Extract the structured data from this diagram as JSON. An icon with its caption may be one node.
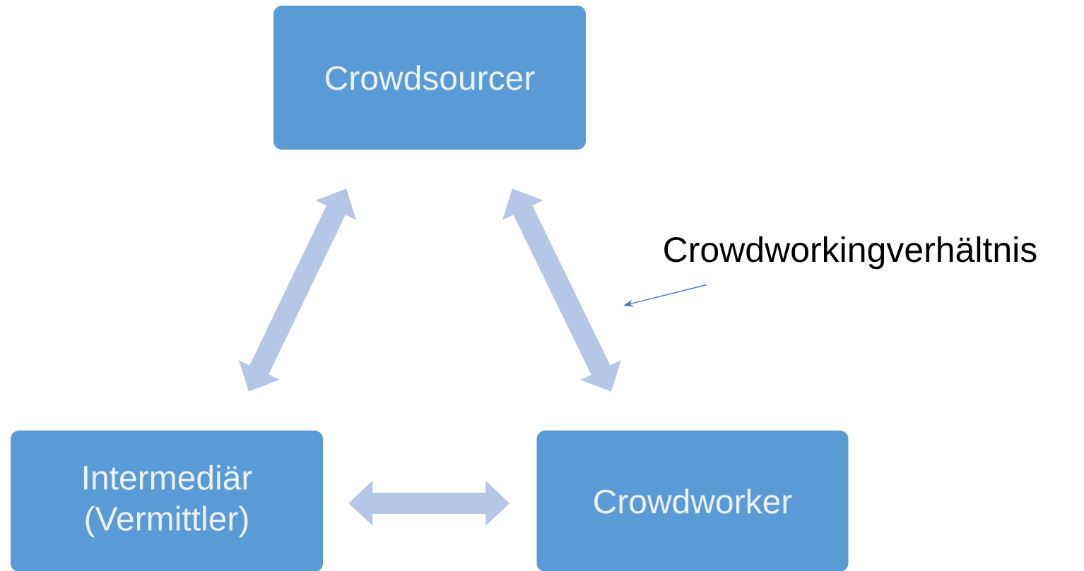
{
  "diagram": {
    "nodes": [
      {
        "text": [
          "Crowdsourcer"
        ]
      },
      {
        "text": [
          "Intermediär (Vermittler)"
        ]
      },
      {
        "text": [
          "Crowdworker"
        ]
      },
      {
        "text": [
          "Crowdworkingverhältnis"
        ]
      }
    ],
    "edges": [
      {
        "from": 0,
        "to": 1,
        "arrow": "both"
      },
      {
        "from": 0,
        "to": 2,
        "arrow": "both"
      },
      {
        "from": 1,
        "to": 2,
        "arrow": "both"
      },
      {
        "from": 3,
        "to": null,
        "arrow": "to",
        "color": "#4472c4"
      }
    ]
  }
}
